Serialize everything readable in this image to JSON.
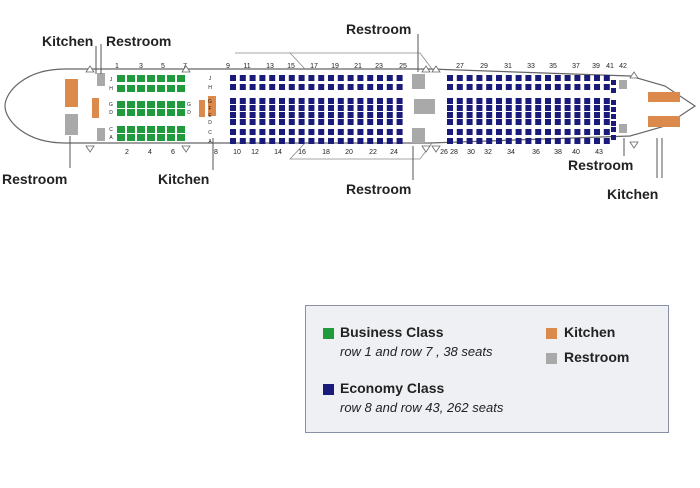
{
  "callouts": {
    "kitchen_front": "Kitchen",
    "restroom_front_top": "Restroom",
    "restroom_nose": "Restroom",
    "kitchen_front_bottom": "Kitchen",
    "restroom_mid_top": "Restroom",
    "restroom_mid_bottom": "Restroom",
    "restroom_rear": "Restroom",
    "kitchen_rear": "Kitchen"
  },
  "row_numbers": {
    "business_top": [
      "1",
      "3",
      "5",
      "7"
    ],
    "business_bottom": [
      "2",
      "4",
      "6"
    ],
    "economy_top": [
      "9",
      "11",
      "13",
      "15",
      "17",
      "19",
      "21",
      "23",
      "25",
      "27",
      "29",
      "31",
      "33",
      "35",
      "37",
      "39",
      "41",
      "42"
    ],
    "economy_bottom": [
      "8",
      "10",
      "12",
      "14",
      "16",
      "18",
      "20",
      "22",
      "24",
      "26",
      "28",
      "30",
      "32",
      "34",
      "36",
      "38",
      "40",
      "43"
    ]
  },
  "seat_letters": {
    "business": [
      "J",
      "H",
      "G",
      "D",
      "C",
      "A"
    ],
    "economy": [
      "J",
      "H",
      "G",
      "F",
      "E",
      "D",
      "C",
      "A"
    ]
  },
  "legend": {
    "business_title": "Business Class",
    "business_sub": "row 1 and  row 7 , 38 seats",
    "economy_title": "Economy Class",
    "economy_sub": "row 8 and row 43, 262 seats",
    "kitchen": "Kitchen",
    "restroom": "Restroom"
  },
  "colors": {
    "business": "#1f9a3c",
    "economy": "#1a1a7a",
    "kitchen": "#dc8a4c",
    "restroom": "#a9a9a9"
  }
}
